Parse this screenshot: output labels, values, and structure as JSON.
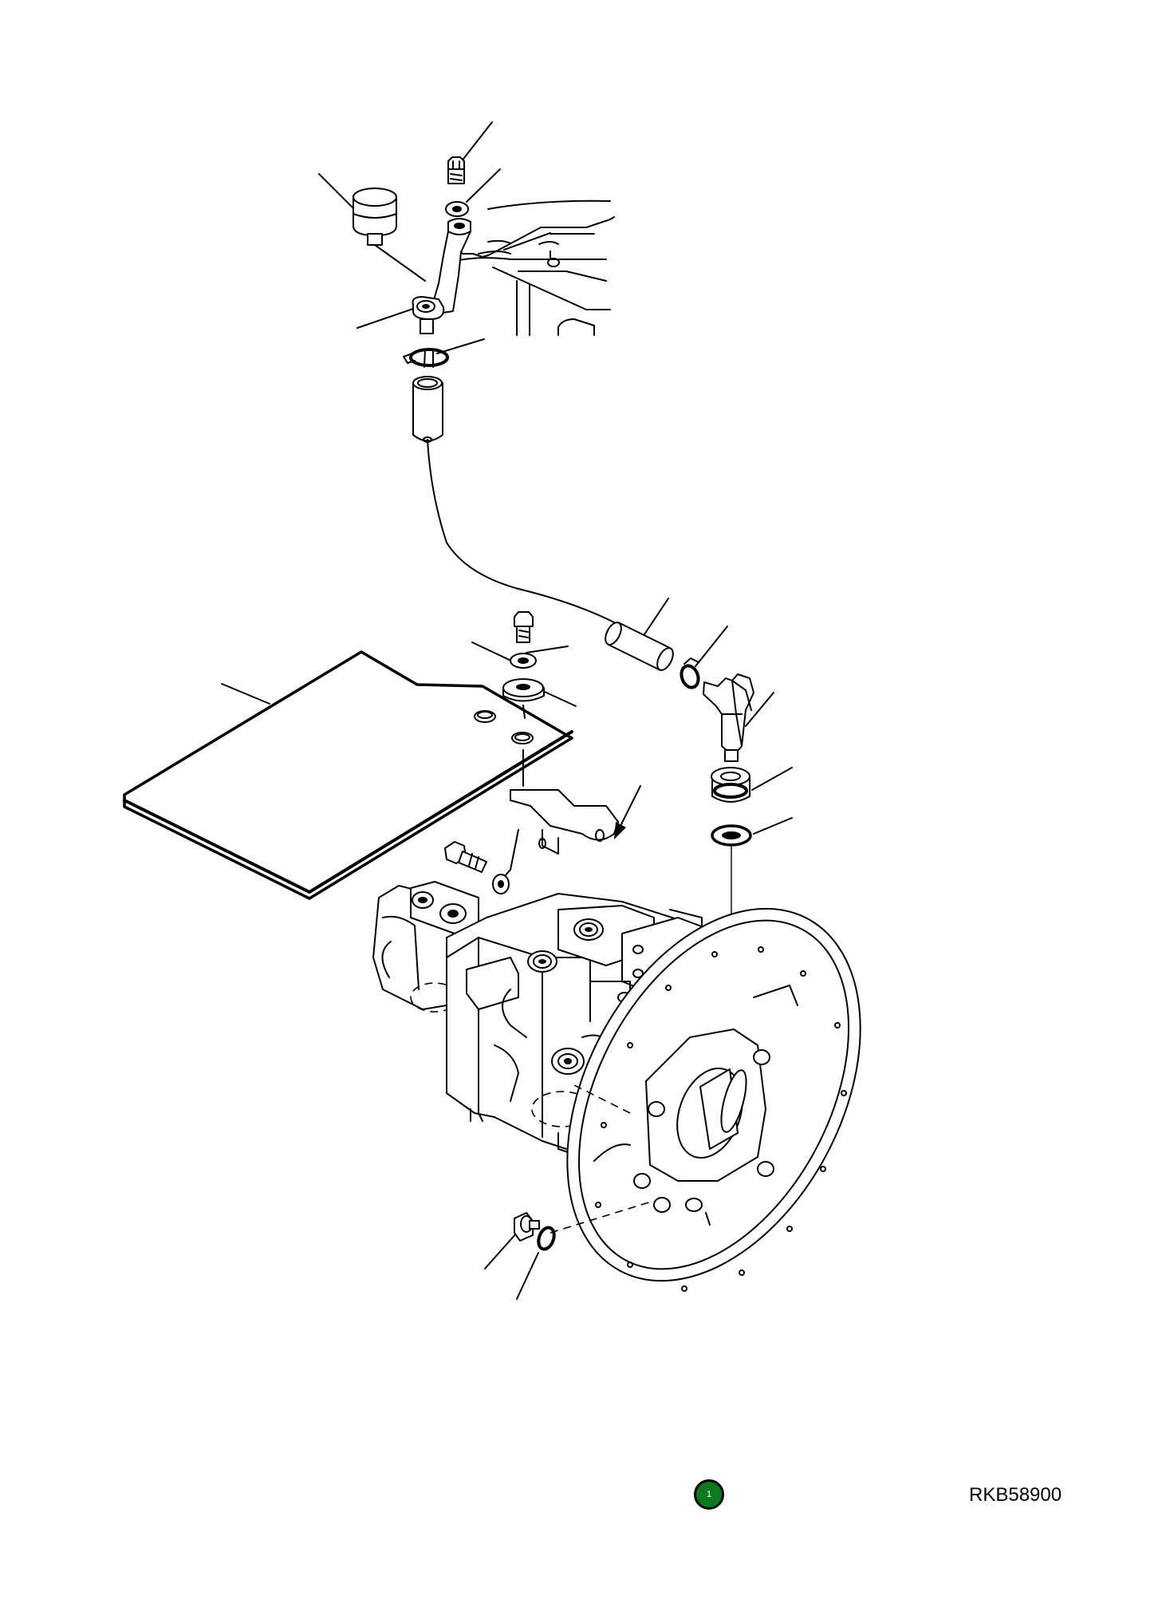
{
  "badge": {
    "label": "1",
    "color": "#0a7a1e"
  },
  "reference_code": "RKB58900",
  "parts": [
    {
      "name": "pressure-switch"
    },
    {
      "name": "bolt"
    },
    {
      "name": "washer"
    },
    {
      "name": "bracket"
    },
    {
      "name": "clamp"
    },
    {
      "name": "hose-sleeve"
    },
    {
      "name": "hose"
    },
    {
      "name": "cover-plate"
    },
    {
      "name": "elbow-fitting"
    },
    {
      "name": "adapter"
    },
    {
      "name": "o-ring"
    },
    {
      "name": "hydraulic-pump"
    },
    {
      "name": "plug"
    }
  ]
}
